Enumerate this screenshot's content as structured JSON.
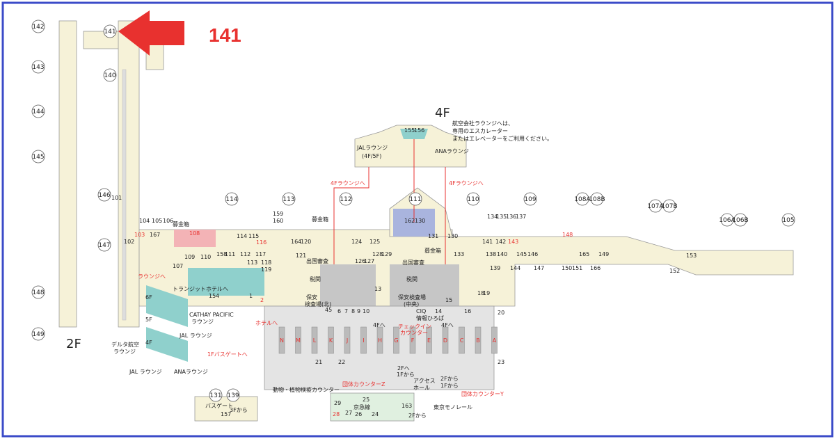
{
  "callout": {
    "label": "141",
    "color": "#e8312f"
  },
  "floors": {
    "floor2": "2F",
    "floor4": "4F"
  },
  "lounge_note": [
    "航空会社ラウンジへは、",
    "専用のエスカレーター",
    "またはエレベーターをご利用ください。"
  ],
  "gates": {
    "pier_left": [
      "142",
      "143",
      "144",
      "145",
      "146",
      "147",
      "148",
      "149",
      "141",
      "140"
    ],
    "main_row": [
      "114",
      "113",
      "112",
      "111",
      "110",
      "109",
      "108A",
      "108B",
      "107A",
      "107B",
      "106A",
      "106B",
      "105"
    ],
    "bottom": [
      "131",
      "139"
    ]
  },
  "gate_labels": {
    "g101": "101",
    "g102": "102",
    "g103": "103",
    "g104": "104",
    "g105": "105",
    "g106": "106",
    "g107": "107",
    "g108": "108",
    "g109": "109",
    "g110": "110",
    "g158": "158",
    "g111": "111",
    "g112": "112",
    "g113": "113",
    "g114": "114",
    "g115": "115",
    "g116": "116",
    "g117": "117",
    "g118": "118",
    "g119": "119",
    "g159": "159",
    "g160": "160",
    "g164": "164",
    "g120": "120",
    "g121": "121",
    "g124": "124",
    "g125": "125",
    "g126": "126",
    "g127": "127",
    "g128": "128",
    "g129": "129",
    "g162": "162",
    "g130": "130",
    "g131": "131",
    "g130b": "130",
    "g133": "133",
    "g134": "134",
    "g135": "135",
    "g136": "136",
    "g137": "137",
    "g138": "138",
    "g139": "139",
    "g140": "140",
    "g141": "141",
    "g142": "142",
    "g143": "143",
    "g144": "144",
    "g145": "145",
    "g146": "146",
    "g147": "147",
    "g148": "148",
    "g149": "149",
    "g150": "150",
    "g151": "151",
    "g152": "152",
    "g153": "153",
    "g154": "154",
    "g155": "155",
    "g156": "156",
    "g157": "157",
    "g163": "163",
    "g165": "165",
    "g166": "166",
    "g167": "167",
    "g1": "1",
    "g2": "2",
    "g13": "13",
    "g14": "14",
    "g15": "15",
    "g16": "16",
    "g18": "18",
    "g19": "19",
    "g20": "20",
    "g21": "21",
    "g22": "22",
    "g23": "23",
    "g24": "24",
    "g25": "25",
    "g26": "26",
    "g27": "27",
    "g28": "28",
    "g29": "29",
    "g45": "45",
    "g6": "6",
    "g7": "7",
    "g8": "8",
    "g9": "9",
    "g10": "10"
  },
  "areas": {
    "jal_lounge": "JALラウンジ",
    "jal_lounge_sub": "(4F/5F)",
    "ana_lounge": "ANAラウンジ",
    "to_4f_left": "4Fラウンジへ",
    "to_4f_right": "4Fラウンジへ",
    "bokin1": "募金箱",
    "bokin2": "募金箱",
    "bokin3": "募金箱",
    "shukkoku_n": "出国審査",
    "shukkoku_c": "出国審査",
    "zeikan_n": "税関",
    "zeikan_c": "税関",
    "hoan_n1": "保安",
    "hoan_n2": "検査場(北)",
    "hoan_c1": "保安検査場",
    "hoan_c2": "(中央)",
    "ciq1": "CIQ",
    "ciq2": "情報ひろば",
    "checkin1": "チェックイン",
    "checkin2": "カウンター",
    "to4f_a": "4Fへ",
    "to4f_b": "4Fへ",
    "transit_hotel": "トランジットホテルへ",
    "hotel": "ホテルへ",
    "to_lounge": "ラウンジへ",
    "cathay1": "CATHAY PACIFIC",
    "cathay2": "ラウンジ",
    "jal_lounge_5f": "JAL ラウンジ",
    "delta1": "デルタ航空",
    "delta2": "ラウンジ",
    "jal_lounge_4f": "JAL ラウンジ",
    "ana_lounge_4f": "ANAラウンジ",
    "f6": "6F",
    "f5": "5F",
    "f4": "4F",
    "to_1f_bus": "1Fバスゲートへ",
    "bus_gate": "バスゲート",
    "from_3f": "3Fから",
    "quarantine": "動物・植物検疫カウンター",
    "group_z": "団体カウンターZ",
    "group_y": "団体カウンターY",
    "to2f_from1f_a": "2Fへ",
    "to2f_from1f_b": "1Fから",
    "access1": "アクセス",
    "access2": "ホール",
    "from2f_a": "2Fから",
    "from2f_b": "1Fから",
    "keikyu": "京急線",
    "monorail": "東京モノレール",
    "from2f_c": "2Fから"
  },
  "counters": [
    "N",
    "M",
    "L",
    "K",
    "J",
    "I",
    "H",
    "G",
    "F",
    "E",
    "D",
    "C",
    "B",
    "A"
  ],
  "colors": {
    "accent_red": "#e8312f",
    "frame_blue": "#3b4bc8",
    "floor": "#f6f2d8",
    "gate_blue": "#a9b4de",
    "teal": "#8fd0cc",
    "gray": "#c6c6c6",
    "pink": "#f3b3b6"
  }
}
